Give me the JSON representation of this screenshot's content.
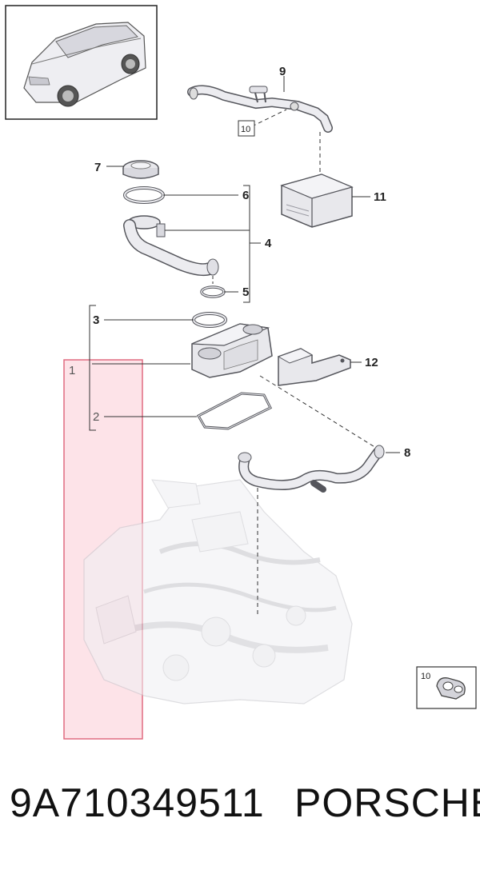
{
  "callouts": {
    "c1": "1",
    "c2": "2",
    "c3": "3",
    "c4": "4",
    "c5": "5",
    "c6": "6",
    "c7": "7",
    "c8": "8",
    "c9": "9",
    "c10": "10",
    "c11": "11",
    "c12": "12"
  },
  "inset_callout": "10",
  "footer": {
    "part_number": "9A710349511",
    "brand": "PORSCHE"
  },
  "colors": {
    "highlight_fill": "#fde3e8",
    "highlight_stroke": "#e06b80",
    "part_fill": "#e8e8ec",
    "part_stroke": "#55565c",
    "leader": "#333333"
  }
}
